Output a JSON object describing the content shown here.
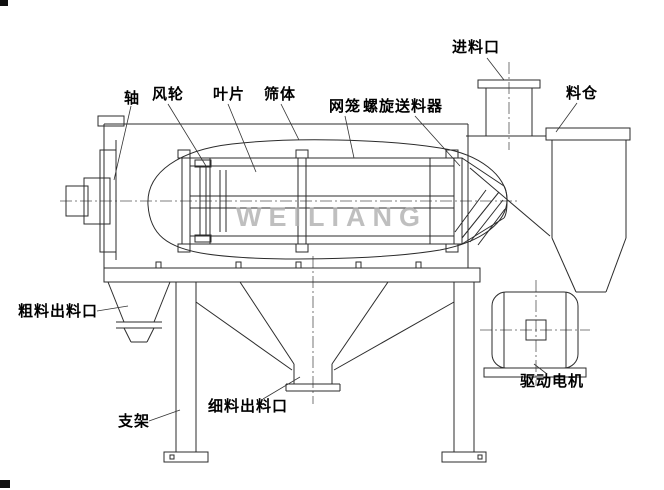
{
  "watermark": "WEILIANG",
  "labels": {
    "shaft": "轴",
    "fan_wheel": "风轮",
    "blade": "叶片",
    "sieve_body": "筛体",
    "mesh_cage": "网笼",
    "screw_feeder": "螺旋送料器",
    "feed_inlet": "进料口",
    "hopper": "料仓",
    "coarse_outlet": "粗料出料口",
    "fine_outlet": "细料出料口",
    "stand": "支架",
    "drive_motor": "驱动电机"
  },
  "colors": {
    "line": "#2b2b2b",
    "watermark": "#b0b0b0",
    "background": "#ffffff"
  }
}
